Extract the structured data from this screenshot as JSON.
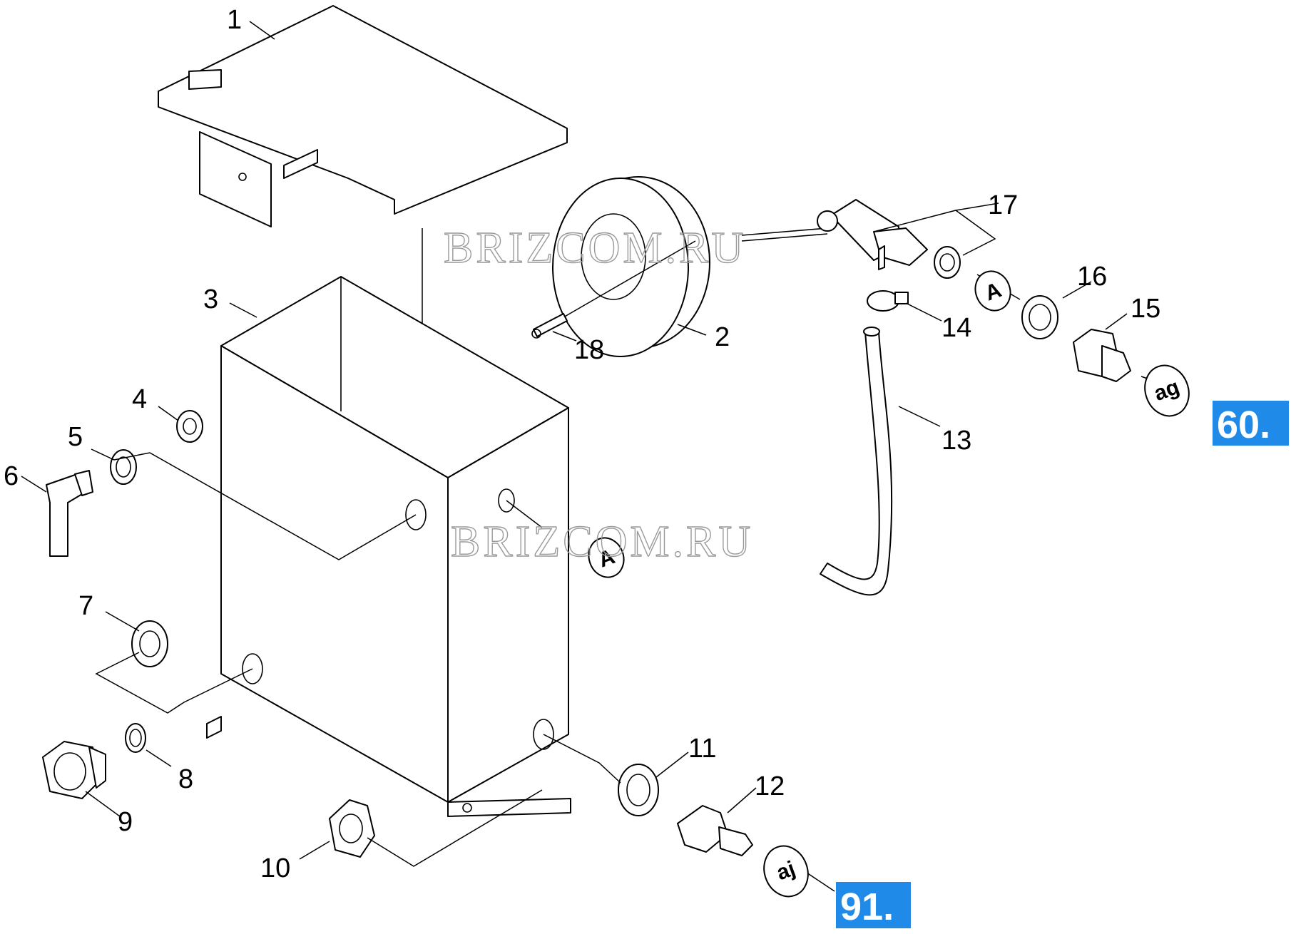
{
  "watermark": [
    "BRIZCOM.RU",
    "BRIZCOM.RU"
  ],
  "callouts": [
    "1",
    "2",
    "3",
    "4",
    "5",
    "6",
    "7",
    "8",
    "9",
    "10",
    "11",
    "12",
    "13",
    "14",
    "15",
    "16",
    "17",
    "18"
  ],
  "connection_tags": [
    "A",
    "A",
    "ag",
    "aj"
  ],
  "page_refs": [
    "60.",
    "91."
  ],
  "colors": {
    "ref_badge": "#1f8ae8",
    "line": "#000000",
    "watermark": "#9a9a9a"
  }
}
